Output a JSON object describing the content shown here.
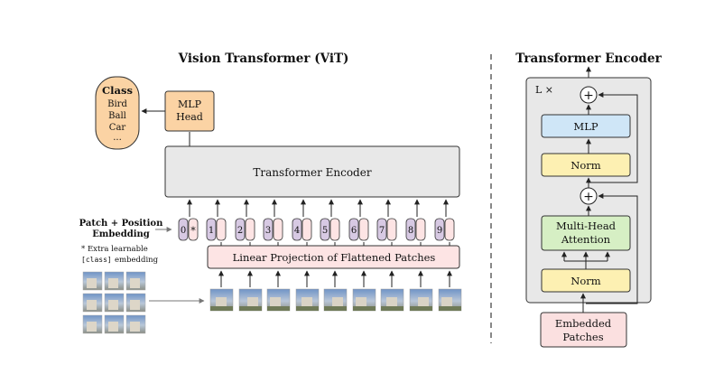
{
  "vit": {
    "title": "Vision Transformer (ViT)",
    "mlp_head_line1": "MLP",
    "mlp_head_line2": "Head",
    "class_box": {
      "title": "Class",
      "items": [
        "Bird",
        "Ball",
        "Car",
        "..."
      ]
    },
    "transformer_encoder": "Transformer Encoder",
    "patch_position_line1": "Patch + Position",
    "patch_position_line2": "Embedding",
    "extra_note_line1": "* Extra learnable",
    "extra_note_code": "[class]",
    "extra_note_line2": "embedding",
    "linear_projection": "Linear Projection of Flattened Patches",
    "position_tokens": [
      "0",
      "1",
      "2",
      "3",
      "4",
      "5",
      "6",
      "7",
      "8",
      "9"
    ],
    "class_token_marker": "*"
  },
  "encoder_detail": {
    "title": "Transformer Encoder",
    "repeat_label": "L ×",
    "plus": "+",
    "mlp": "MLP",
    "norm": "Norm",
    "attention_line1": "Multi-Head",
    "attention_line2": "Attention",
    "embedded_line1": "Embedded",
    "embedded_line2": "Patches"
  },
  "colors": {
    "mlp_head": "#fbd3a4",
    "class_box": "#fbd3a4",
    "encoder_gray": "#e8e8e8",
    "patch_pink": "#fde4e4",
    "position_purple": "#d7c9e3",
    "mlp_blue": "#cfe6f7",
    "norm_yellow": "#fdf0b2",
    "attention_green": "#d6efc4",
    "embedded_pink": "#fbe0e0",
    "arrow": "#222222"
  }
}
